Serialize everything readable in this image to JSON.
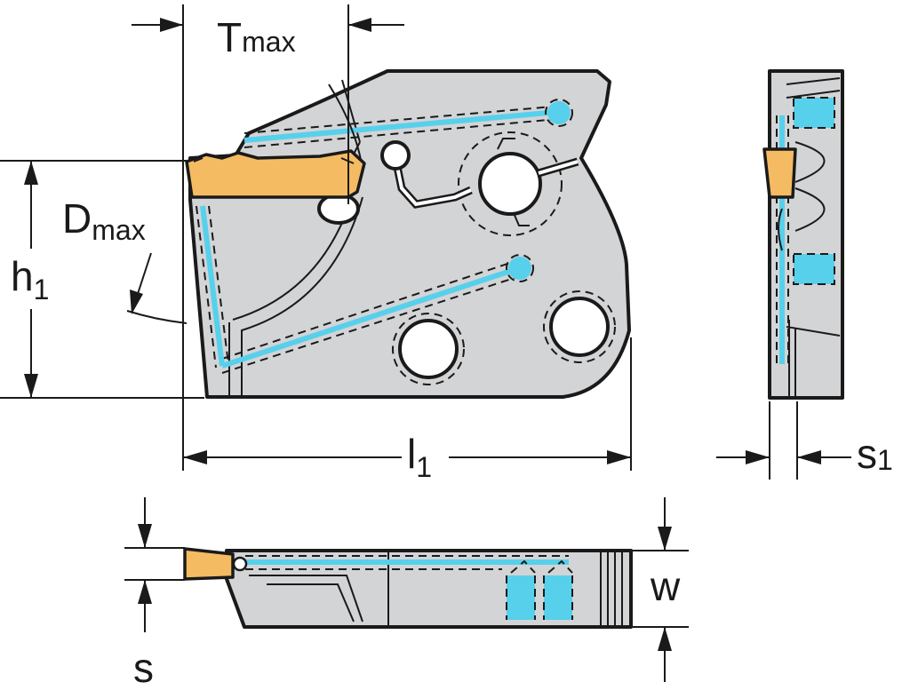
{
  "labels": {
    "t_max": {
      "main": "T",
      "sub": "max"
    },
    "d_max": {
      "main": "D",
      "sub": "max"
    },
    "h1": {
      "main": "h",
      "sub": "1"
    },
    "l1": {
      "main": "l",
      "sub": "1"
    },
    "s1": {
      "main": "s",
      "sub": "1"
    },
    "w": "w",
    "s": "s"
  },
  "colors": {
    "body": "#d3d4d6",
    "insert": "#f4bb62",
    "coolant": "#57d0ec",
    "outline": "#1a1a1a"
  }
}
